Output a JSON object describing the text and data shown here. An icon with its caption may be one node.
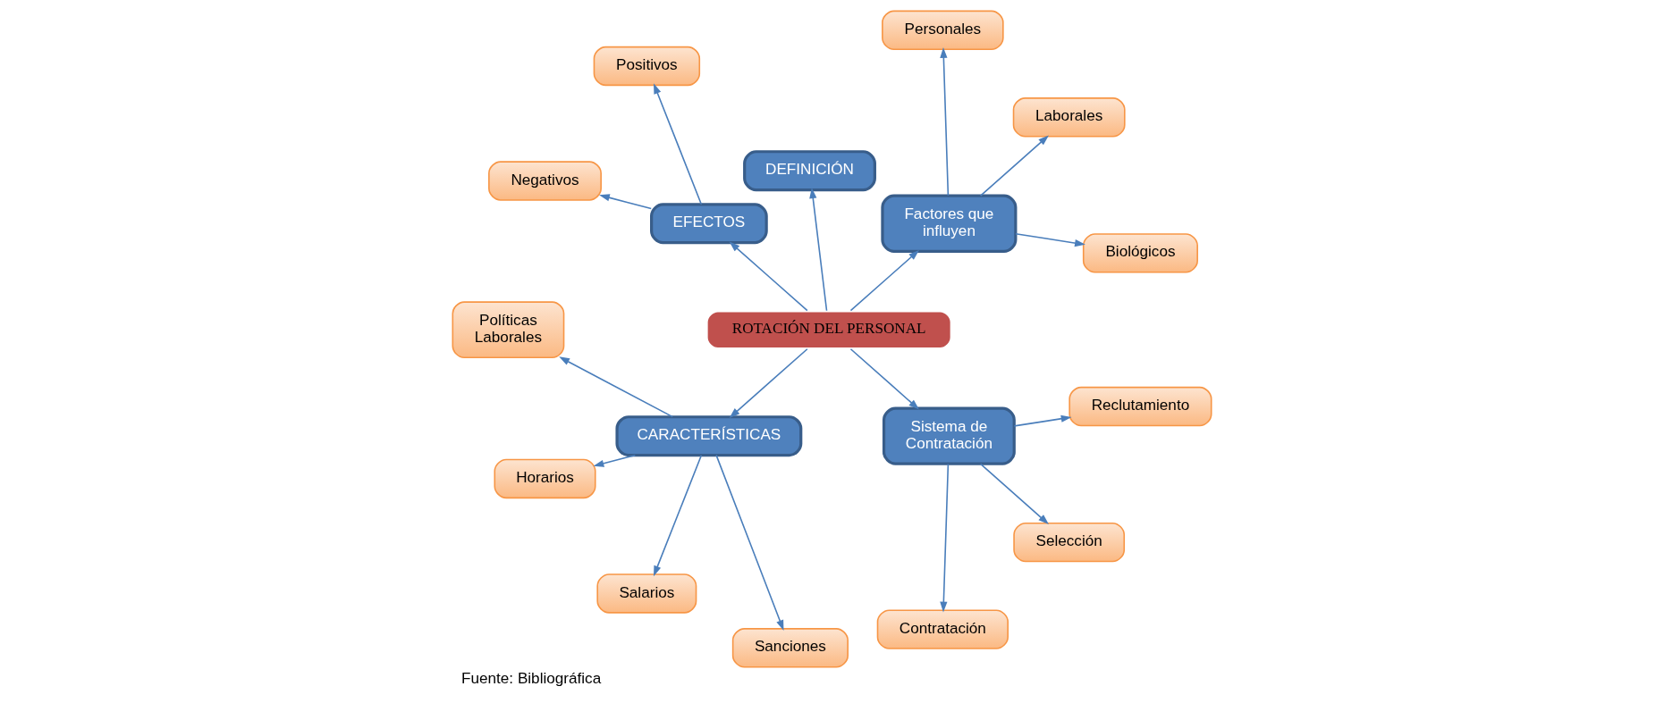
{
  "diagram": {
    "caption": "Fuente: Bibliográfica",
    "nodes": [
      {
        "text": [
          "ROTACIÓN DEL PERSONAL"
        ]
      },
      {
        "text": [
          "Factores que influyen"
        ]
      },
      {
        "text": [
          "DEFINICIÓN"
        ]
      },
      {
        "text": [
          "EFECTOS"
        ]
      },
      {
        "text": [
          "CARACTERÍSTICAS"
        ]
      },
      {
        "text": [
          "Sistema de Contratación"
        ]
      },
      {
        "text": [
          "Biológicos"
        ]
      },
      {
        "text": [
          "Laborales"
        ]
      },
      {
        "text": [
          "Personales"
        ]
      },
      {
        "text": [
          "Positivos"
        ]
      },
      {
        "text": [
          "Negativos"
        ]
      },
      {
        "text": [
          "Políticas Laborales"
        ]
      },
      {
        "text": [
          "Horarios"
        ]
      },
      {
        "text": [
          "Salarios"
        ]
      },
      {
        "text": [
          "Sanciones"
        ]
      },
      {
        "text": [
          "Contratación"
        ]
      },
      {
        "text": [
          "Selección"
        ]
      },
      {
        "text": [
          "Reclutamiento"
        ]
      }
    ],
    "edges": [
      {
        "from": 0,
        "to": 1,
        "arrow": "to"
      },
      {
        "from": 0,
        "to": 2,
        "arrow": "to"
      },
      {
        "from": 0,
        "to": 3,
        "arrow": "to"
      },
      {
        "from": 0,
        "to": 4,
        "arrow": "to"
      },
      {
        "from": 0,
        "to": 5,
        "arrow": "to"
      },
      {
        "from": 1,
        "to": 6,
        "arrow": "to"
      },
      {
        "from": 1,
        "to": 7,
        "arrow": "to"
      },
      {
        "from": 1,
        "to": 8,
        "arrow": "to"
      },
      {
        "from": 3,
        "to": 9,
        "arrow": "to"
      },
      {
        "from": 3,
        "to": 10,
        "arrow": "to"
      },
      {
        "from": 4,
        "to": 11,
        "arrow": "to"
      },
      {
        "from": 4,
        "to": 12,
        "arrow": "to"
      },
      {
        "from": 4,
        "to": 13,
        "arrow": "to"
      },
      {
        "from": 4,
        "to": 14,
        "arrow": "to"
      },
      {
        "from": 5,
        "to": 15,
        "arrow": "to"
      },
      {
        "from": 5,
        "to": 16,
        "arrow": "to"
      },
      {
        "from": 5,
        "to": 17,
        "arrow": "to"
      }
    ]
  }
}
